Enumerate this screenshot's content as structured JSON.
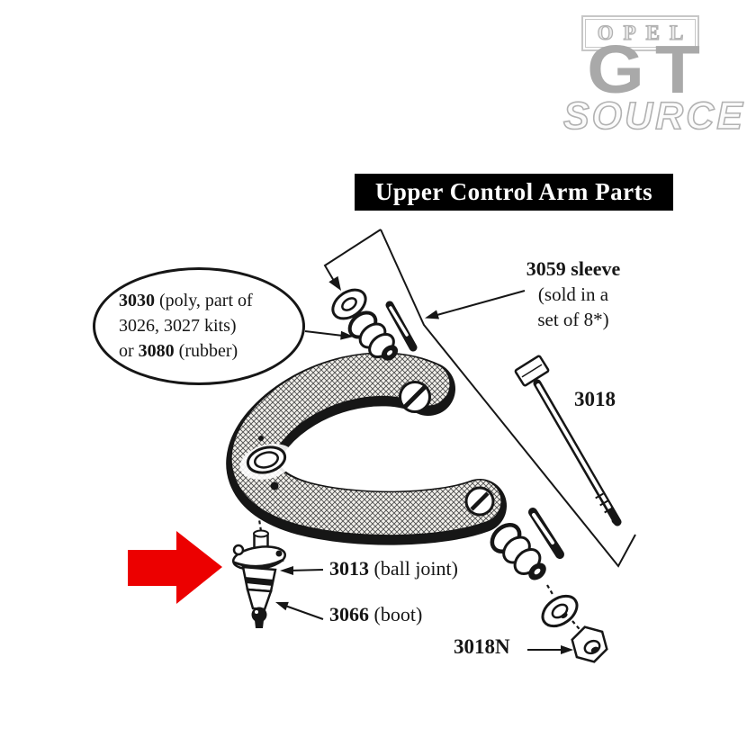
{
  "title": "Upper Control Arm Parts",
  "logo": {
    "line1": "OPEL",
    "line2": "GT",
    "line3": "SOURCE"
  },
  "callout": {
    "num1": "3030",
    "rest1": " (poly, part of",
    "line2": "3026, 3027 kits)",
    "pre3": "or ",
    "num3": "3080",
    "rest3": " (rubber)"
  },
  "labels": {
    "sleeve": {
      "num": "3059",
      "rest": " sleeve",
      "line2": "(sold in a",
      "line3": "set of 8*)"
    },
    "bolt": {
      "num": "3018"
    },
    "ball_joint": {
      "num": "3013",
      "rest": " (ball joint)"
    },
    "boot": {
      "num": "3066",
      "rest": " (boot)"
    },
    "nut": {
      "num": "3018N"
    }
  },
  "colors": {
    "arrow_red": "#ec0000",
    "title_bg": "#000000",
    "title_text": "#ffffff",
    "logo_gray": "#a9a9a9",
    "logo_light_gray": "#c7c7c7",
    "line_ink": "#161616"
  }
}
